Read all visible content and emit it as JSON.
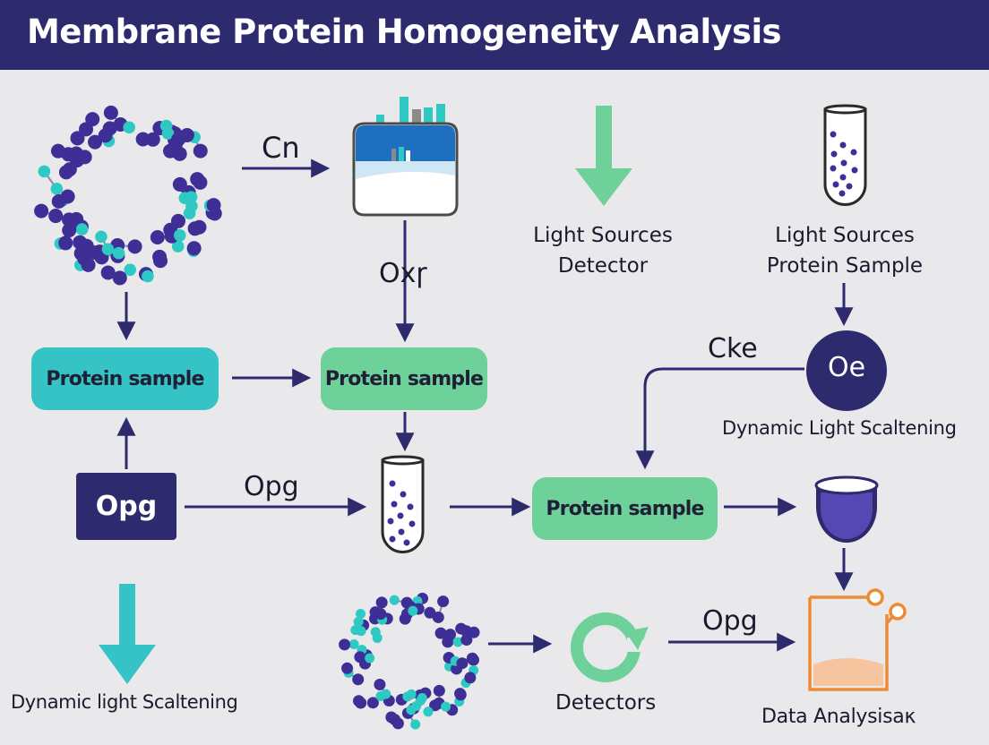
{
  "title": "Membrane Protein Homogeneity Analysis",
  "colors": {
    "header": "#2e2a6e",
    "navy": "#2e2a6e",
    "teal_box": "#35c3c6",
    "green_box": "#6fd19a",
    "green_arrow": "#6fd19a",
    "teal_arrow": "#35c3c6",
    "molecule_purple": "#3d2f96",
    "molecule_teal": "#2ec9c2",
    "orange": "#ee8a33"
  },
  "nodes": {
    "protein_sample_left": "Protein sample",
    "protein_sample_mid": "Protein sample",
    "protein_sample_right": "Protein sample",
    "opg_box": "Opg",
    "circle_oe": "Oe"
  },
  "labels": {
    "cn": "Cn",
    "oxr": "Oxɼ",
    "light_sources_detector": "Light Sources\nDetector",
    "light_sources_protein_sample": "Light Sources\nProtein Sample",
    "cke": "Cke",
    "dls_right": "Dynamic Light Scaltening",
    "opg_mid": "Opg",
    "dls_bottom": "Dynamic light Scaltening",
    "detectors": "Detectors",
    "opg_bottom": "Opg",
    "data_analysis": "Data Analysisaκ"
  },
  "icons": {
    "molecule_top": "protein-molecule-icon",
    "instrument": "spectrometer-icon",
    "tube_top": "test-tube-icon",
    "tube_mid": "test-tube-icon",
    "beaker": "beaker-icon",
    "molecule_bottom": "protein-molecule-icon",
    "detector": "detector-ring-icon",
    "data_chart": "data-analysis-chart-icon"
  }
}
